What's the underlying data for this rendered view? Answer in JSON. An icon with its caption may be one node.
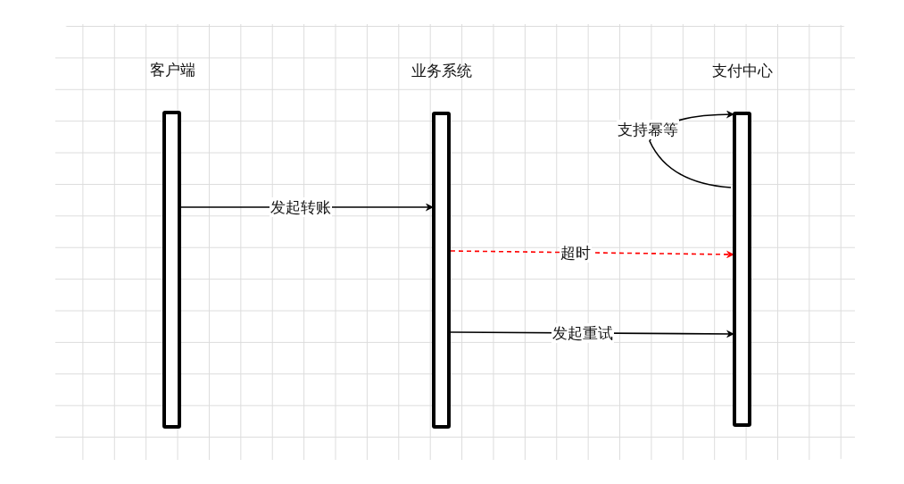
{
  "diagram": {
    "nodes": [
      {
        "text": [
          "客户端"
        ]
      },
      {
        "text": [
          "业务系统"
        ]
      },
      {
        "text": [
          "支付中心"
        ]
      }
    ],
    "edges": [
      {
        "from": 0,
        "to": 1,
        "arrow": "to",
        "label": "发起转账"
      },
      {
        "from": 1,
        "to": 2,
        "arrow": "to",
        "label": "超时",
        "style": "dashed",
        "color": "#ff0000"
      },
      {
        "from": 1,
        "to": 2,
        "arrow": "to",
        "label": "发起重试"
      },
      {
        "from": 2,
        "to": 2,
        "arrow": "to",
        "label": "支持幂等"
      }
    ]
  }
}
